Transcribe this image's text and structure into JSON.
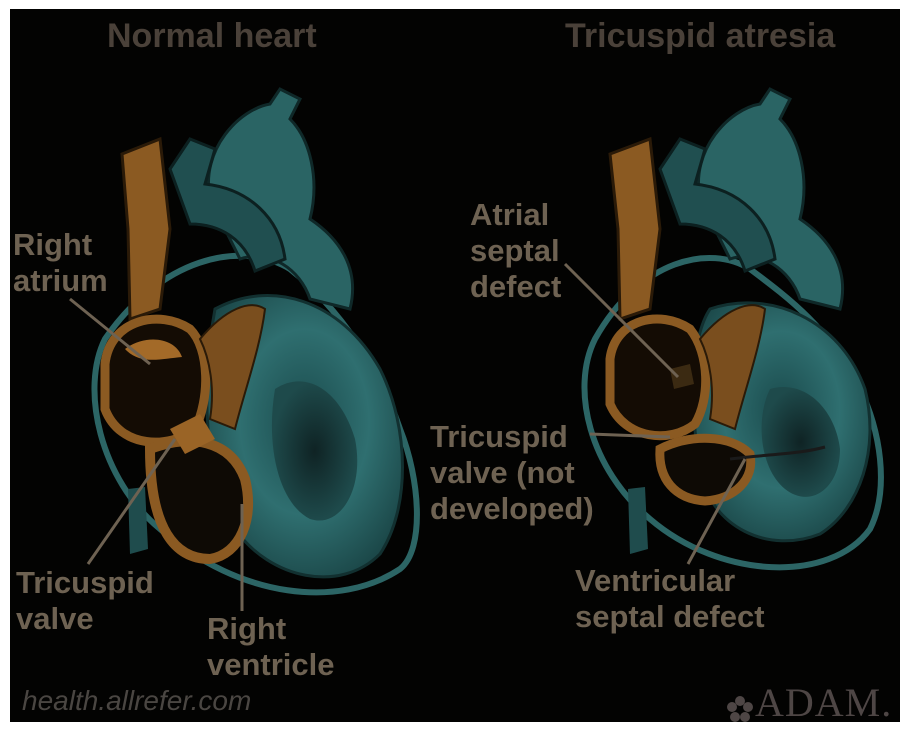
{
  "titles": {
    "left": "Normal heart",
    "right": "Tricuspid atresia"
  },
  "labels": {
    "right_atrium": [
      "Right",
      "atrium"
    ],
    "tricuspid_valve": [
      "Tricuspid",
      "valve"
    ],
    "right_ventricle": [
      "Right",
      "ventricle"
    ],
    "atrial_septal_defect": [
      "Atrial",
      "septal",
      "defect"
    ],
    "tricuspid_valve_not_developed": [
      "Tricuspid",
      "valve (not",
      "developed)"
    ],
    "ventricular_septal_defect": [
      "Ventricular",
      "septal defect"
    ]
  },
  "credits": {
    "source": "health.allrefer.com",
    "brand": "ADAM."
  },
  "colors": {
    "background": "#030302",
    "orange_tissue": "#8b5a22",
    "teal_tissue": "#2c6a6a",
    "label_text": "#6e6252",
    "title_text": "#4a4139"
  }
}
